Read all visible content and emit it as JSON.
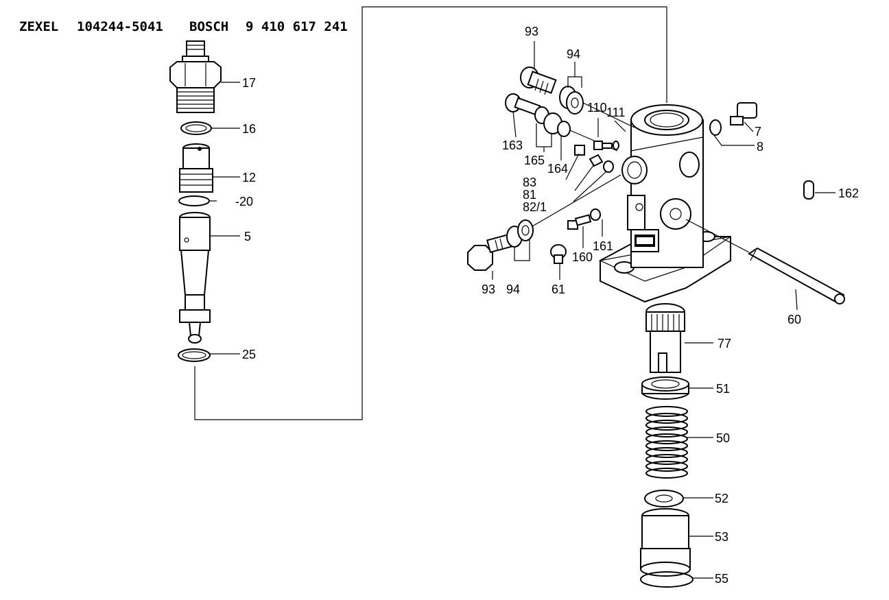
{
  "header": {
    "brand_left": "ZEXEL",
    "part_number_left": "104244-5041",
    "brand_right": "BOSCH",
    "part_number_right": "9 410 617 241"
  },
  "callouts": {
    "c17": "17",
    "c16": "16",
    "c12": "12",
    "c20": "-20",
    "c5": "5",
    "c25": "25",
    "c93_top": "93",
    "c94_top": "94",
    "c110": "110",
    "c111": "111",
    "c7": "7",
    "c8": "8",
    "c163": "163",
    "c165": "165",
    "c164": "164",
    "c83": "83",
    "c81": "81",
    "c82_1": "82/1",
    "c162": "162",
    "c161": "161",
    "c160": "160",
    "c93_bottom": "93",
    "c94_bottom": "94",
    "c61": "61",
    "c60": "60",
    "c77": "77",
    "c51": "51",
    "c50": "50",
    "c52": "52",
    "c53": "53",
    "c55": "55"
  }
}
